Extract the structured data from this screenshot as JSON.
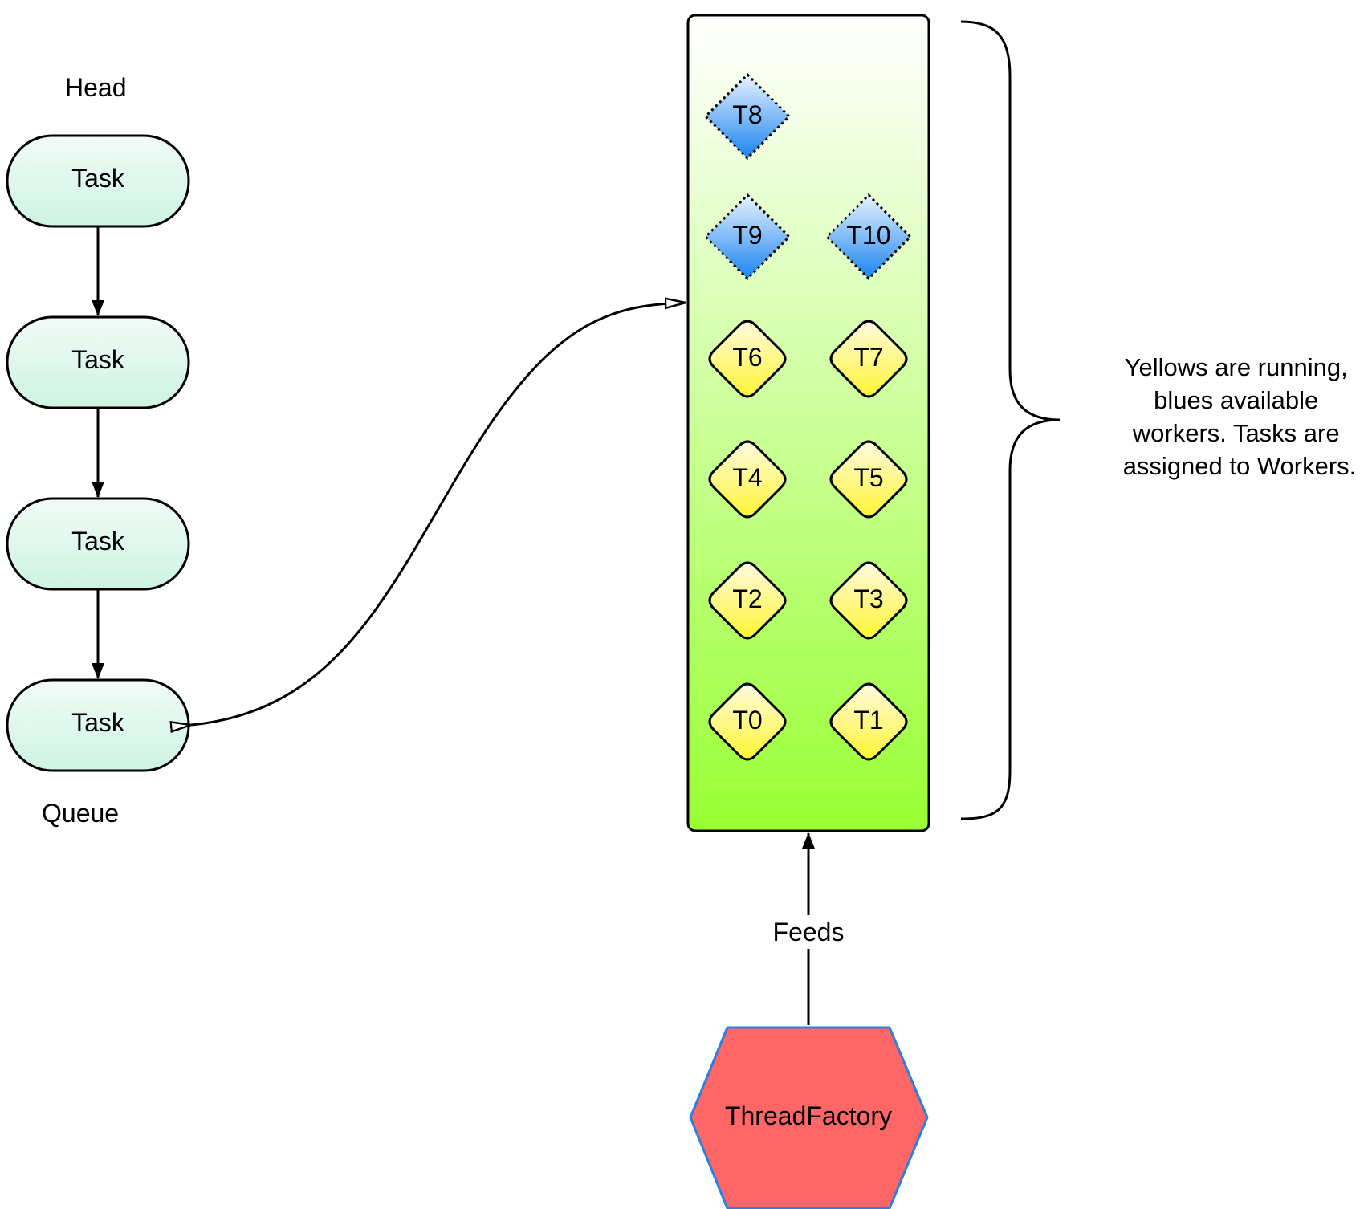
{
  "queue": {
    "head_label": "Head",
    "footer_label": "Queue",
    "tasks": [
      "Task",
      "Task",
      "Task",
      "Task"
    ]
  },
  "pool": {
    "workers": [
      {
        "label": "T8",
        "state": "available"
      },
      {
        "label": "T9",
        "state": "available"
      },
      {
        "label": "T10",
        "state": "available"
      },
      {
        "label": "T6",
        "state": "running"
      },
      {
        "label": "T7",
        "state": "running"
      },
      {
        "label": "T4",
        "state": "running"
      },
      {
        "label": "T5",
        "state": "running"
      },
      {
        "label": "T2",
        "state": "running"
      },
      {
        "label": "T3",
        "state": "running"
      },
      {
        "label": "T0",
        "state": "running"
      },
      {
        "label": "T1",
        "state": "running"
      }
    ]
  },
  "annotation": {
    "lines": [
      "Yellows are running,",
      "blues available",
      "workers. Tasks are",
      "assigned to Workers."
    ]
  },
  "feeds_label": "Feeds",
  "factory": {
    "label": "ThreadFactory"
  },
  "colors": {
    "task_fill_top": "#f2fbf7",
    "task_fill_bottom": "#cdf4e3",
    "pool_fill_top": "#ffffff",
    "pool_fill_bottom": "#99ff33",
    "running_fill_top": "#fffbe0",
    "running_fill_bottom": "#fff533",
    "available_fill_top": "#e8f3ff",
    "available_fill_bottom": "#1a84f0",
    "factory_fill": "#ff6666",
    "factory_stroke": "#2a7fe0"
  }
}
